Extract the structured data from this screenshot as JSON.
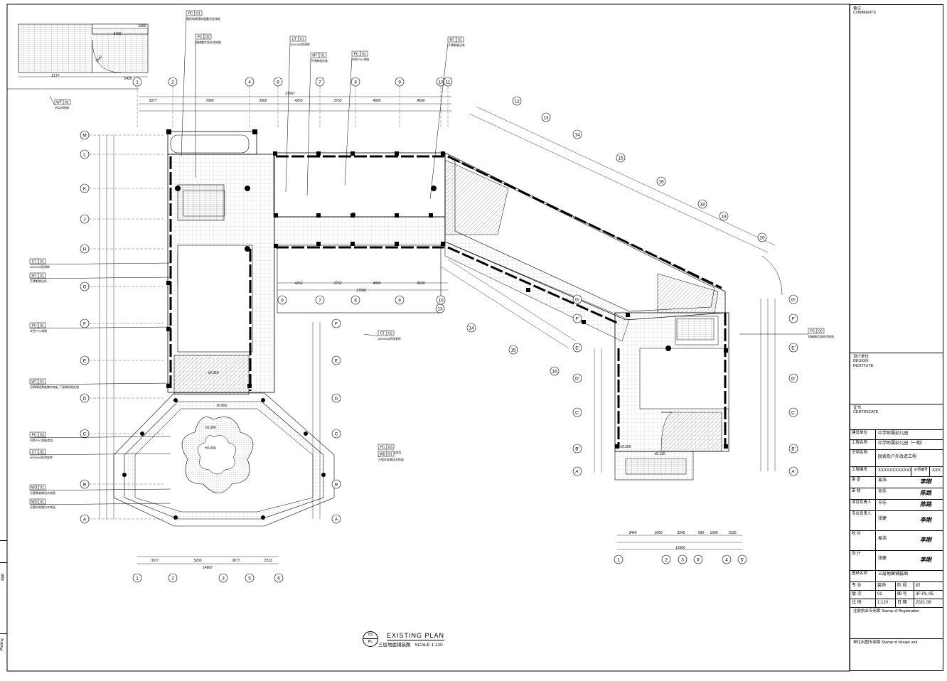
{
  "drawing": {
    "title_en": "EXISTING PLAN",
    "title_cn": "三层地面铺装图",
    "scale": "SCALE 1:120",
    "ref_num": "05",
    "ref_sheet": "PL"
  },
  "grid": {
    "top": [
      "1",
      "2",
      "4",
      "6",
      "7",
      "8",
      "9",
      "10",
      "11"
    ],
    "left": [
      "M",
      "L",
      "K",
      "J",
      "H",
      "G",
      "F",
      "E",
      "D",
      "C",
      "B",
      "A"
    ],
    "bottom": [
      "1",
      "2",
      "3",
      "5",
      "6"
    ],
    "right_wing": [
      "1",
      "2",
      "3",
      "3'",
      "4",
      "5'"
    ],
    "diag_upper": [
      "12",
      "13",
      "14",
      "15",
      "16",
      "18",
      "19",
      "20"
    ],
    "diag_lower": [
      "13",
      "14",
      "15",
      "16"
    ],
    "right_side": [
      "G'",
      "F'",
      "E'",
      "D'",
      "C'",
      "B'",
      "A'"
    ],
    "mid_left": [
      "F",
      "E",
      "D",
      "C",
      "B",
      "A"
    ]
  },
  "dims": {
    "top_total": "31567",
    "top_segs": [
      "3377",
      "7890",
      "3900",
      "4250",
      "3750",
      "4800",
      "4500"
    ],
    "mid_total": "17000",
    "mid_segs": [
      "4250",
      "3750",
      "4800",
      "4500"
    ],
    "bot_total": "14867",
    "bot_segs": [
      "3377",
      "5200",
      "3677",
      "2313"
    ],
    "rwing_total": "12600",
    "rwing_segs": [
      "3440",
      "1600",
      "3240",
      "900",
      "1600",
      "1520"
    ],
    "wood_deck": [
      "2400",
      "1640",
      "1680",
      "2435",
      "3177"
    ]
  },
  "elev": [
    "±0.350",
    "±0.300",
    "±0.260",
    "±0.130",
    "±0.050",
    "±0.000"
  ],
  "tags": [
    {
      "code": "PC",
      "n": "01",
      "note": "钢结构焊接地面敷设花纹板"
    },
    {
      "code": "PC",
      "n": "02",
      "note": "楼梯踏步面木纹地胶"
    },
    {
      "code": "CT",
      "n": "01",
      "note": "300X300防滑砖"
    },
    {
      "code": "MT",
      "n": "01",
      "note": "不锈钢收边条"
    },
    {
      "code": "PC",
      "n": "01",
      "note": "灰色PVC地胶"
    },
    {
      "code": "WT",
      "n": "01",
      "note": "仿实木地板"
    },
    {
      "code": "MT",
      "n": "01",
      "note": "不锈钢收边条"
    },
    {
      "code": "CT",
      "n": "02",
      "note": "600X600防滑瓷砖"
    },
    {
      "code": "PC",
      "n": "03",
      "note": "白色PVC地胶造型"
    },
    {
      "code": "WD",
      "n": "01",
      "note": "方管外架铺设木饰面"
    },
    {
      "code": "PC",
      "n": "02",
      "note": "楼梯踏步面木纹地胶"
    }
  ],
  "left_tags": [
    {
      "code": "CT",
      "n": "01",
      "note": "300X300防滑砖"
    },
    {
      "code": "MT",
      "n": "01",
      "note": "不锈钢收边条"
    },
    {
      "code": "PC",
      "n": "01",
      "note": "灰色PVC地胶"
    },
    {
      "code": "WT",
      "n": "01",
      "note": "方钢焊接骨架铺木地板 下面做防腐处理"
    },
    {
      "code": "PC",
      "n": "03",
      "note": "白色PVC地胶造型"
    },
    {
      "code": "CT",
      "n": "02",
      "note": "600X600防滑瓷砖"
    },
    {
      "code": "WD",
      "n": "01",
      "note": "方管骨架铺设木饰面"
    },
    {
      "code": "WD",
      "n": "01",
      "note": "方管外架铺设木饰面"
    }
  ],
  "titleblock": {
    "remarks_label": "备注",
    "remarks_en": "COMMENTS",
    "design_unit": "设计单位",
    "design_unit_en": "DESIGN",
    "design_unit_en2": "INSTITUTE",
    "cert_label": "证书",
    "cert_en": "CERTIFICATE",
    "client_label": "建设单位",
    "client": "中学附属幼儿园",
    "project_label": "工程名称",
    "project": "中学附属幼儿园（一期）",
    "subproject_label": "子项名称",
    "subproject": "园舍及户外改造工程",
    "projno_label": "工程编号",
    "projno": "XXXXXXXXXXXX",
    "subno_label": "子项编号",
    "subno": "XXX",
    "approved_label": "审 定",
    "approved": "易浩",
    "verified_label": "审 核",
    "verified": "辛乐",
    "manager_label": "项目负责人",
    "manager": "辛乐",
    "professional_label": "专业负责人",
    "professional": "张婕",
    "checked_label": "校 对",
    "checked": "易浩",
    "designer_label": "设 计",
    "designer": "张婕",
    "sheetname_label": "图纸名称",
    "sheetname": "三层地面铺装图",
    "discipline_label": "专 业",
    "discipline": "装饰",
    "stage_label": "阶 段",
    "stage": "初",
    "version_label": "版 次",
    "version": "01",
    "drawno_label": "图 号",
    "drawno": "3F-PL-05",
    "scale_label": "比 例",
    "scale": "1:120",
    "date_label": "日 期",
    "date": "2021.08",
    "reg_stamp": "注册执业专用章",
    "reg_stamp_en": "Stamp of Registration",
    "unit_stamp": "单位出图专用章",
    "unit_stamp_en": "Stamp of design unit",
    "sig_a": "李刚",
    "sig_b": "陈路"
  },
  "leftstrip": [
    "会签",
    "Plotting"
  ]
}
